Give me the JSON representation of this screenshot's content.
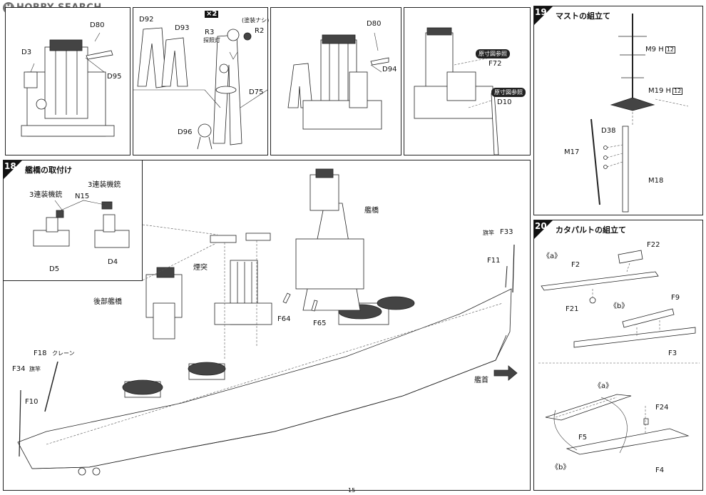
{
  "watermark": {
    "text": "HOBBY SEARCH",
    "badge": "H"
  },
  "top": {
    "panel1": {
      "labels": [
        "D80",
        "D3",
        "D95"
      ]
    },
    "panel2": {
      "labels": [
        "D92",
        "D93",
        "R3",
        "R2",
        "D75",
        "D96"
      ],
      "qty": "×2",
      "note_paint": "(塗装ナシ)",
      "note_searchlight": "探照灯"
    },
    "panel3": {
      "labels": [
        "D80",
        "D94"
      ]
    },
    "panel4": {
      "labels": [
        "F72",
        "D10"
      ],
      "pill1": "原寸図参照",
      "pill2": "原寸図参照"
    }
  },
  "step19": {
    "number": "19",
    "title": "マストの組立て",
    "labels": [
      "M9",
      "M19",
      "D38",
      "M17",
      "M18"
    ],
    "h_marks": [
      "H",
      "12",
      "H",
      "12"
    ]
  },
  "step18": {
    "number": "18",
    "title": "艦橋の取付け",
    "inset": {
      "aa_gun_left": "3連装機銃",
      "aa_gun_right": "3連装機銃",
      "labels": [
        "N15",
        "D5",
        "D4"
      ]
    },
    "labels": {
      "bridge": "艦橋",
      "funnel": "煙突",
      "aft_bridge": "後部艦橋",
      "flagpole_top": "旗竿",
      "f33": "F33",
      "f11": "F11",
      "f64": "F64",
      "f65": "F65",
      "f18": "F18",
      "crane": "クレーン",
      "f34": "F34",
      "flagpole_aft": "旗竿",
      "f10": "F10",
      "bow": "艦首"
    }
  },
  "step20": {
    "number": "20",
    "title": "カタパルトの組立て",
    "labels": [
      "《a》",
      "F22",
      "F2",
      "F21",
      "《b》",
      "F9",
      "F3",
      "《a》",
      "F24",
      "F5",
      "《b》",
      "F4"
    ]
  },
  "page_number": "15"
}
